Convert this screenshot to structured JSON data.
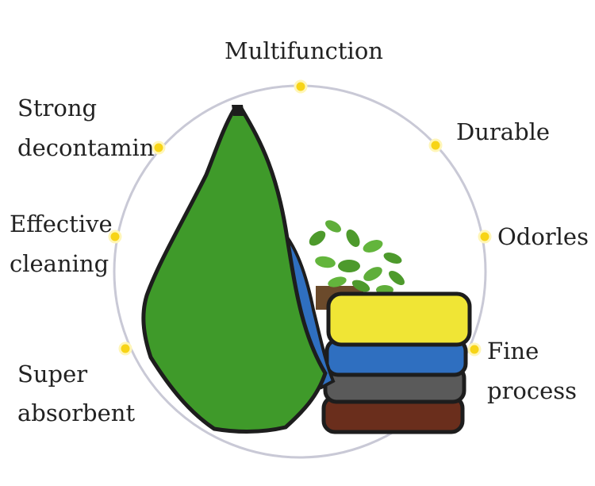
{
  "features": {
    "multifunction": "Multifunction",
    "strong_1": "Strong",
    "strong_2": "decontamin",
    "durable": "Durable",
    "effective_1": "Effective",
    "effective_2": "cleaning",
    "odorles": "Odorles",
    "fine_1": "Fine",
    "fine_2": "process",
    "super_1": "Super",
    "super_2": "absorbent"
  },
  "colors": {
    "circle": "#c9c9d6",
    "dot": "#f7d417",
    "towel_green": "#3f9a2a",
    "towel_blue": "#2f6fc0",
    "towel_yellow": "#f0e535",
    "towel_grey": "#5a5a5a",
    "towel_brown": "#6a2e1c",
    "leaf_green": "#4d9a2c"
  },
  "icons": [
    "plant-icon"
  ]
}
